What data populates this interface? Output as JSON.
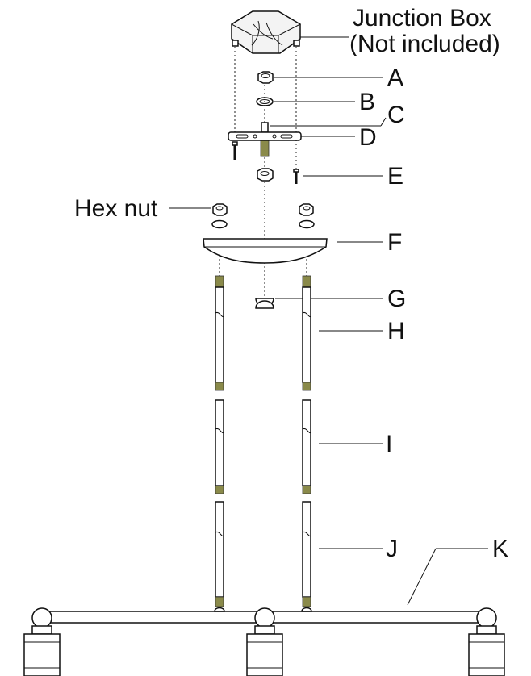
{
  "labels": {
    "junction_box_line1": "Junction Box",
    "junction_box_line2": "(Not included)",
    "hex_nut": "Hex nut",
    "A": "A",
    "B": "B",
    "C": "C",
    "D": "D",
    "E": "E",
    "F": "F",
    "G": "G",
    "H": "H",
    "I": "I",
    "J": "J",
    "K": "K"
  }
}
